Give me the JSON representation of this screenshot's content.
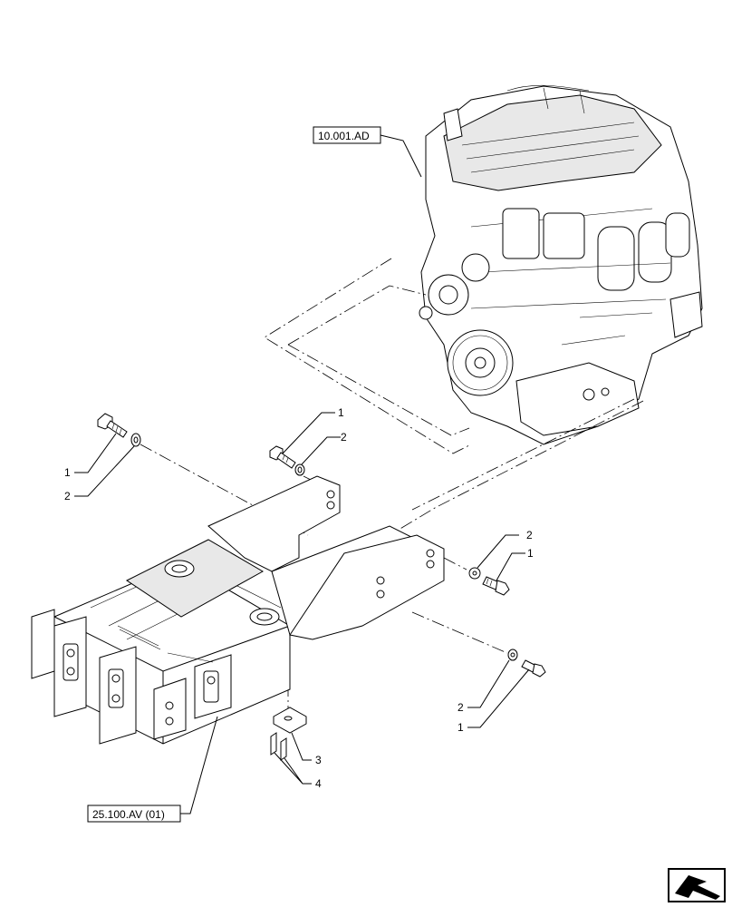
{
  "references": {
    "engine": "10.001.AD",
    "frame": "25.100.AV (01)"
  },
  "callouts": [
    {
      "id": "c1a",
      "text": "1"
    },
    {
      "id": "c2a",
      "text": "2"
    },
    {
      "id": "c1b",
      "text": "1"
    },
    {
      "id": "c2b",
      "text": "2"
    },
    {
      "id": "c2c",
      "text": "2"
    },
    {
      "id": "c1c",
      "text": "1"
    },
    {
      "id": "c2d",
      "text": "2"
    },
    {
      "id": "c1d",
      "text": "1"
    },
    {
      "id": "c3",
      "text": "3"
    },
    {
      "id": "c4",
      "text": "4"
    }
  ],
  "icons": {
    "nav": "next-page-arrow-icon"
  }
}
